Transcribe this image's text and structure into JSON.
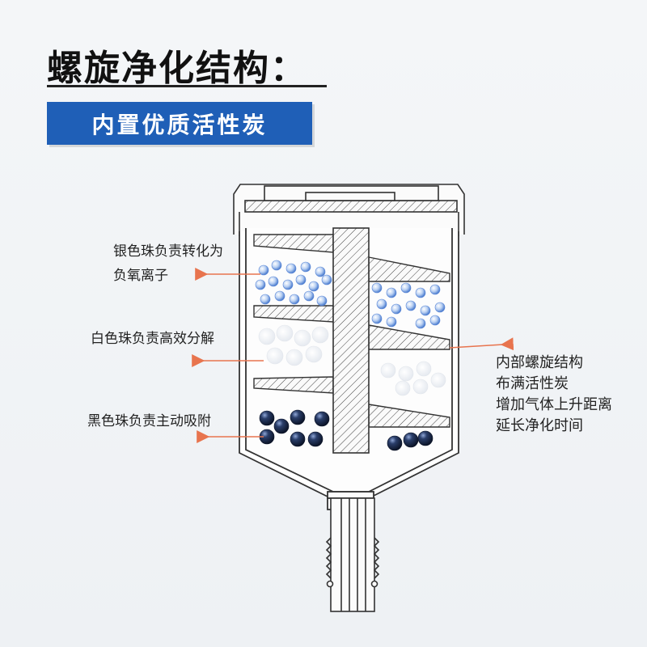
{
  "title": "螺旋净化结构：",
  "banner": "内置优质活性炭",
  "labels": {
    "silver": [
      "银色珠负责转化为",
      "负氧离子"
    ],
    "white": [
      "白色珠负责高效分解"
    ],
    "black": [
      "黑色珠负责主动吸附"
    ],
    "inner": [
      "内部螺旋结构",
      "布满活性炭",
      "增加气体上升距离",
      "延长净化时间"
    ]
  },
  "colors": {
    "banner": "#1f5fb7",
    "arrow": "#e8744e",
    "silver_bead": "#5a86d6",
    "black_bead": "#1c2c4e",
    "outline": "#333333"
  }
}
